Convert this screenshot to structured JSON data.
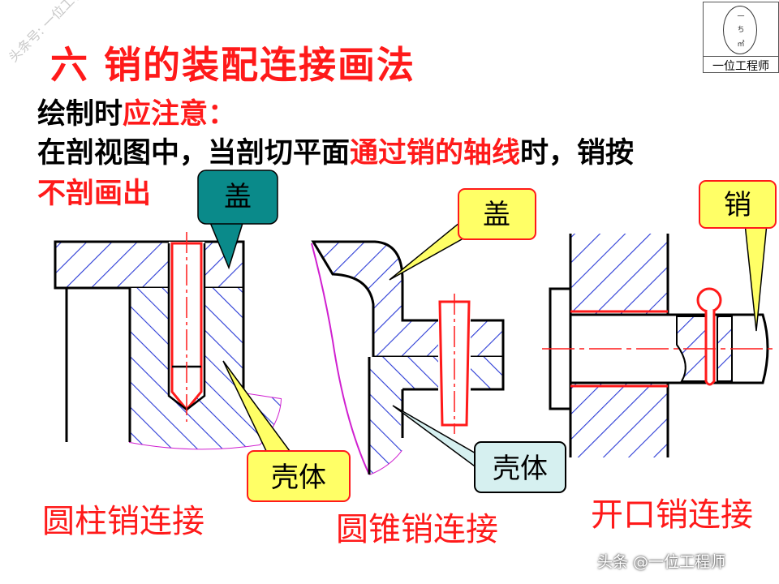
{
  "title": "六  销的装配连接画法",
  "notes": {
    "line1_prefix": "绘制时",
    "line1_emph": "应注意：",
    "line2_prefix": "在剖视图中，当剖切平面",
    "line2_emph": "通过销的轴线",
    "line2_suffix": "时，销按",
    "line3": "不剖画出"
  },
  "callouts": {
    "cover_1": "盖",
    "cover_2": "盖",
    "housing_1": "壳体",
    "housing_2": "壳体",
    "pin": "销"
  },
  "captions": {
    "cylindrical": "圆柱销连接",
    "taper": "圆锥销连接",
    "split": "开口销连接"
  },
  "logo": {
    "text": "一位工程师",
    "glyph_top": "一",
    "glyph_mid": "ち",
    "glyph_bot": "㎡"
  },
  "watermark": "头条号: 一位工程师",
  "footer": "头条 @一位工程师",
  "colors": {
    "title_red": "#ff1a1a",
    "hatch_blue": "#2b3bd6",
    "callout_teal": "#0a8a8a",
    "callout_yellow": "#ffff66",
    "callout_light": "#d6f0f0",
    "outline_magenta": "#d020d0"
  }
}
